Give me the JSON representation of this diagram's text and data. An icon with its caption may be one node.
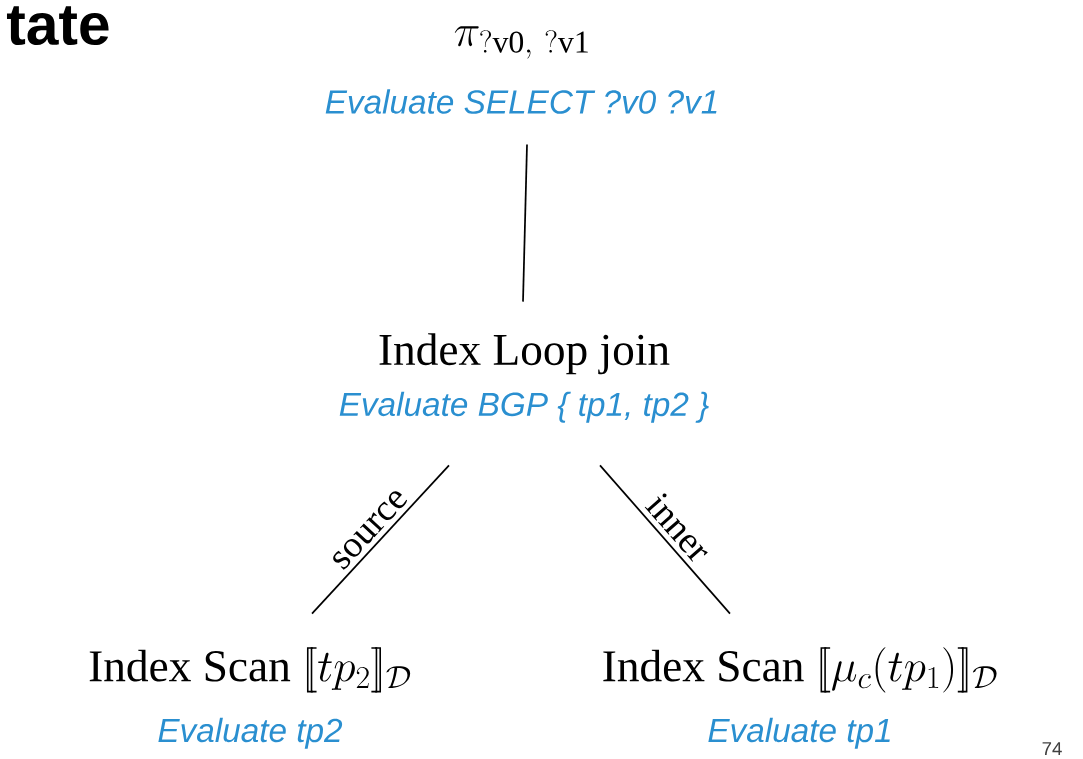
{
  "diagram": {
    "nodes": [
      {
        "text": [
          "\\pi_{?\\mathrm{v0},\\ ?\\mathrm{v1}}",
          "Evaluate SELECT ?v0 ?v1"
        ]
      },
      {
        "text": [
          "\\mathrm{Index\\ Loop\\ join}",
          "Evaluate BGP { tp1, tp2 }"
        ]
      },
      {
        "text": [
          "\\mathrm{Index\\ Scan}\\ [\\![tp_2]\\!]_{\\mathcal{D}}",
          "Evaluate tp2"
        ]
      },
      {
        "text": [
          "\\mathrm{Index\\ Scan}\\ [\\![\\mu_c(tp_1)]\\!]_{\\mathcal{D}}",
          "Evaluate tp1"
        ]
      }
    ],
    "edges": [
      {
        "from": 0,
        "to": 1,
        "arrow": "none"
      },
      {
        "from": 1,
        "to": 2,
        "arrow": "none",
        "label": "source"
      },
      {
        "from": 1,
        "to": 3,
        "arrow": "none",
        "label": "inner"
      }
    ],
    "labels": [
      "tate",
      "74"
    ]
  }
}
